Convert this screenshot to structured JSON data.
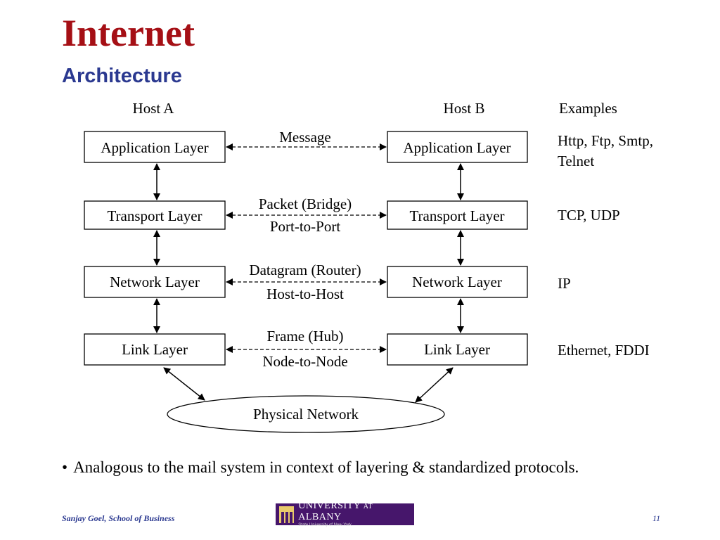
{
  "slide": {
    "title": "Internet",
    "subtitle": "Architecture"
  },
  "diagram": {
    "headers": {
      "host_a": "Host A",
      "host_b": "Host B",
      "examples": "Examples"
    },
    "layers": [
      {
        "name": "Application Layer",
        "unit": "Message",
        "scope": ""
      },
      {
        "name": "Transport Layer",
        "unit": "Packet (Bridge)",
        "scope": "Port-to-Port"
      },
      {
        "name": "Network Layer",
        "unit": "Datagram (Router)",
        "scope": "Host-to-Host"
      },
      {
        "name": "Link Layer",
        "unit": "Frame (Hub)",
        "scope": "Node-to-Node"
      }
    ],
    "examples": [
      {
        "line1": "Http, Ftp, Smtp,",
        "line2": "Telnet"
      },
      {
        "line1": "TCP, UDP",
        "line2": ""
      },
      {
        "line1": "IP",
        "line2": ""
      },
      {
        "line1": "Ethernet, FDDI",
        "line2": ""
      }
    ],
    "physical": "Physical Network"
  },
  "bullet": {
    "symbol": "•",
    "text": "Analogous to the mail system in context of  layering & standardized protocols."
  },
  "footer": {
    "author": "Sanjay Goel, School of Business",
    "page": "11",
    "logo": {
      "main": "UNIVERSITY",
      "at": "AT",
      "name": "ALBANY",
      "sub": "State University of New York"
    }
  },
  "colors": {
    "title": "#a50f15",
    "subtitle": "#2b3990",
    "logo_bg": "#46166b"
  }
}
